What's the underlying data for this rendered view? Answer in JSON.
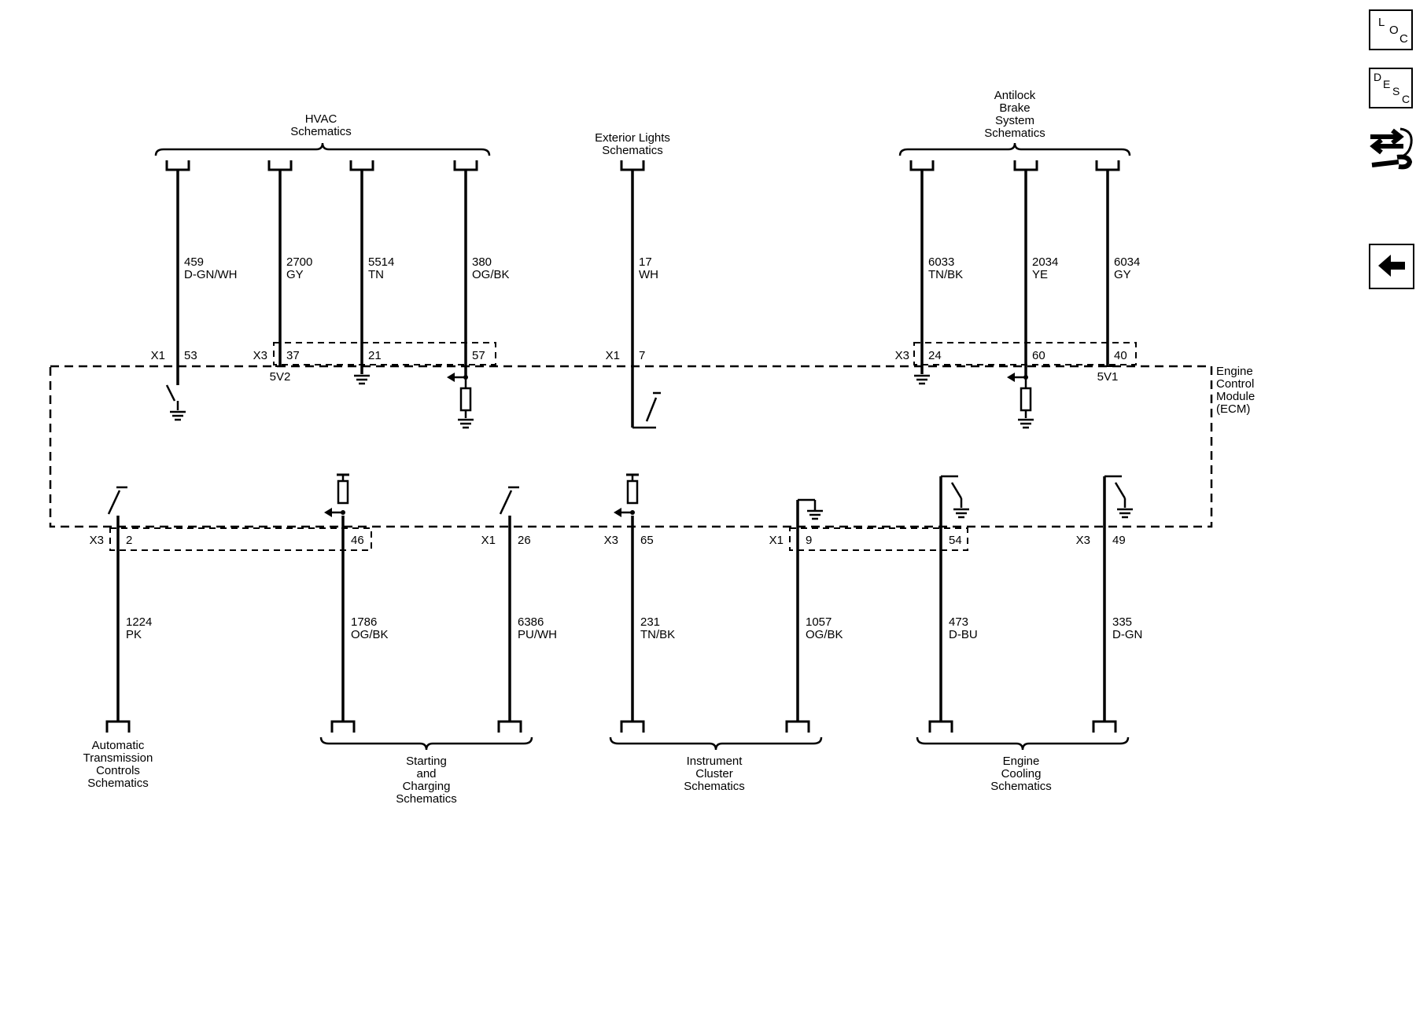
{
  "toolbar": {
    "loc": {
      "l1": "L",
      "l2": "O",
      "l3": "C"
    },
    "desc": {
      "l1": "D",
      "l2": "E",
      "l3": "S",
      "l4": "C"
    }
  },
  "module": {
    "lines": [
      "Engine",
      "Control",
      "Module",
      "(ECM)"
    ]
  },
  "top_groups": [
    {
      "lines": [
        "HVAC",
        "Schematics"
      ]
    },
    {
      "lines": [
        "Exterior Lights",
        "Schematics"
      ]
    },
    {
      "lines": [
        "Antilock",
        "Brake",
        "System",
        "Schematics"
      ]
    }
  ],
  "bottom_groups": [
    {
      "lines": [
        "Automatic",
        "Transmission",
        "Controls",
        "Schematics"
      ]
    },
    {
      "lines": [
        "Starting",
        "and",
        "Charging",
        "Schematics"
      ]
    },
    {
      "lines": [
        "Instrument",
        "Cluster",
        "Schematics"
      ]
    },
    {
      "lines": [
        "Engine",
        "Cooling",
        "Schematics"
      ]
    }
  ],
  "top_wires": [
    {
      "circuit": "459",
      "color": "D-GN/WH",
      "connector": "X1",
      "pin": "53",
      "internal": "switch-ground"
    },
    {
      "circuit": "2700",
      "color": "GY",
      "connector": "X3",
      "pin": "37",
      "internal": "5V2"
    },
    {
      "circuit": "5514",
      "color": "TN",
      "connector": "",
      "pin": "21",
      "internal": "ground"
    },
    {
      "circuit": "380",
      "color": "OG/BK",
      "connector": "",
      "pin": "57",
      "internal": "resistor-ground"
    },
    {
      "circuit": "17",
      "color": "WH",
      "connector": "X1",
      "pin": "7",
      "internal": "switch"
    },
    {
      "circuit": "6033",
      "color": "TN/BK",
      "connector": "X3",
      "pin": "24",
      "internal": "ground"
    },
    {
      "circuit": "2034",
      "color": "YE",
      "connector": "",
      "pin": "60",
      "internal": "resistor-ground"
    },
    {
      "circuit": "6034",
      "color": "GY",
      "connector": "",
      "pin": "40",
      "internal": "5V1"
    }
  ],
  "bottom_wires": [
    {
      "circuit": "1224",
      "color": "PK",
      "connector": "X3",
      "pin": "2",
      "internal": "switch"
    },
    {
      "circuit": "1786",
      "color": "OG/BK",
      "connector": "",
      "pin": "46",
      "internal": "resistor-pullup"
    },
    {
      "circuit": "6386",
      "color": "PU/WH",
      "connector": "X1",
      "pin": "26",
      "internal": "switch"
    },
    {
      "circuit": "231",
      "color": "TN/BK",
      "connector": "X3",
      "pin": "65",
      "internal": "resistor-pullup"
    },
    {
      "circuit": "1057",
      "color": "OG/BK",
      "connector": "X1",
      "pin": "9",
      "internal": "ground"
    },
    {
      "circuit": "473",
      "color": "D-BU",
      "connector": "",
      "pin": "54",
      "internal": "switch-ground"
    },
    {
      "circuit": "335",
      "color": "D-GN",
      "connector": "X3",
      "pin": "49",
      "internal": "switch-ground"
    }
  ]
}
